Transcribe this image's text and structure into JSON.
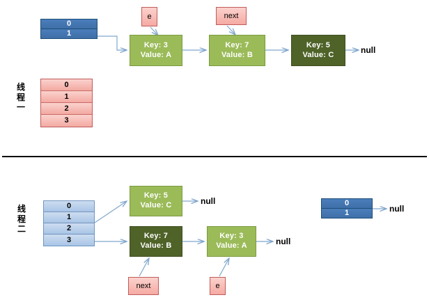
{
  "diagram": {
    "title": "HashMap resize concurrent rehash illustration",
    "divider": {
      "label": "section-divider"
    },
    "colors": {
      "node_green": "#9bbb59",
      "node_dark_green": "#4f6228",
      "bucket_blue": "#4a7ebb",
      "bucket_blue_light": "#a9c5e6",
      "tag_pink": "#f5aaa3",
      "arrow": "#7fa6cd",
      "divider": "#000000"
    }
  },
  "top": {
    "thread_label": [
      "线",
      "程",
      "一"
    ],
    "source_table": {
      "name": "old-bucket-table",
      "cells": [
        "0",
        "1"
      ]
    },
    "target_table": {
      "name": "new-bucket-table",
      "cells": [
        "0",
        "1",
        "2",
        "3"
      ]
    },
    "tags": [
      {
        "name": "pointer-e",
        "label": "e"
      },
      {
        "name": "pointer-next",
        "label": "next"
      }
    ],
    "nodes": [
      {
        "name": "entry-key-3",
        "key": "Key: 3",
        "value": "Value: A",
        "shade": "green"
      },
      {
        "name": "entry-key-7",
        "key": "Key: 7",
        "value": "Value: B",
        "shade": "green"
      },
      {
        "name": "entry-key-5",
        "key": "Key: 5",
        "value": "Value: C",
        "shade": "darkgreen"
      }
    ],
    "null_labels": [
      "null"
    ]
  },
  "bottom": {
    "thread_label": [
      "线",
      "程",
      "二"
    ],
    "left_table": {
      "name": "thread-two-bucket-table",
      "cells": [
        "0",
        "1",
        "2",
        "3"
      ]
    },
    "right_table": {
      "name": "thread-one-old-table",
      "cells": [
        "0",
        "1"
      ]
    },
    "nodes": [
      {
        "name": "entry-key-5",
        "key": "Key: 5",
        "value": "Value: C",
        "shade": "green"
      },
      {
        "name": "entry-key-7",
        "key": "Key: 7",
        "value": "Value: B",
        "shade": "darkgreen"
      },
      {
        "name": "entry-key-3",
        "key": "Key: 3",
        "value": "Value: A",
        "shade": "green"
      }
    ],
    "tags": [
      {
        "name": "pointer-next",
        "label": "next"
      },
      {
        "name": "pointer-e",
        "label": "e"
      }
    ],
    "null_labels": [
      "null",
      "null",
      "null"
    ]
  }
}
